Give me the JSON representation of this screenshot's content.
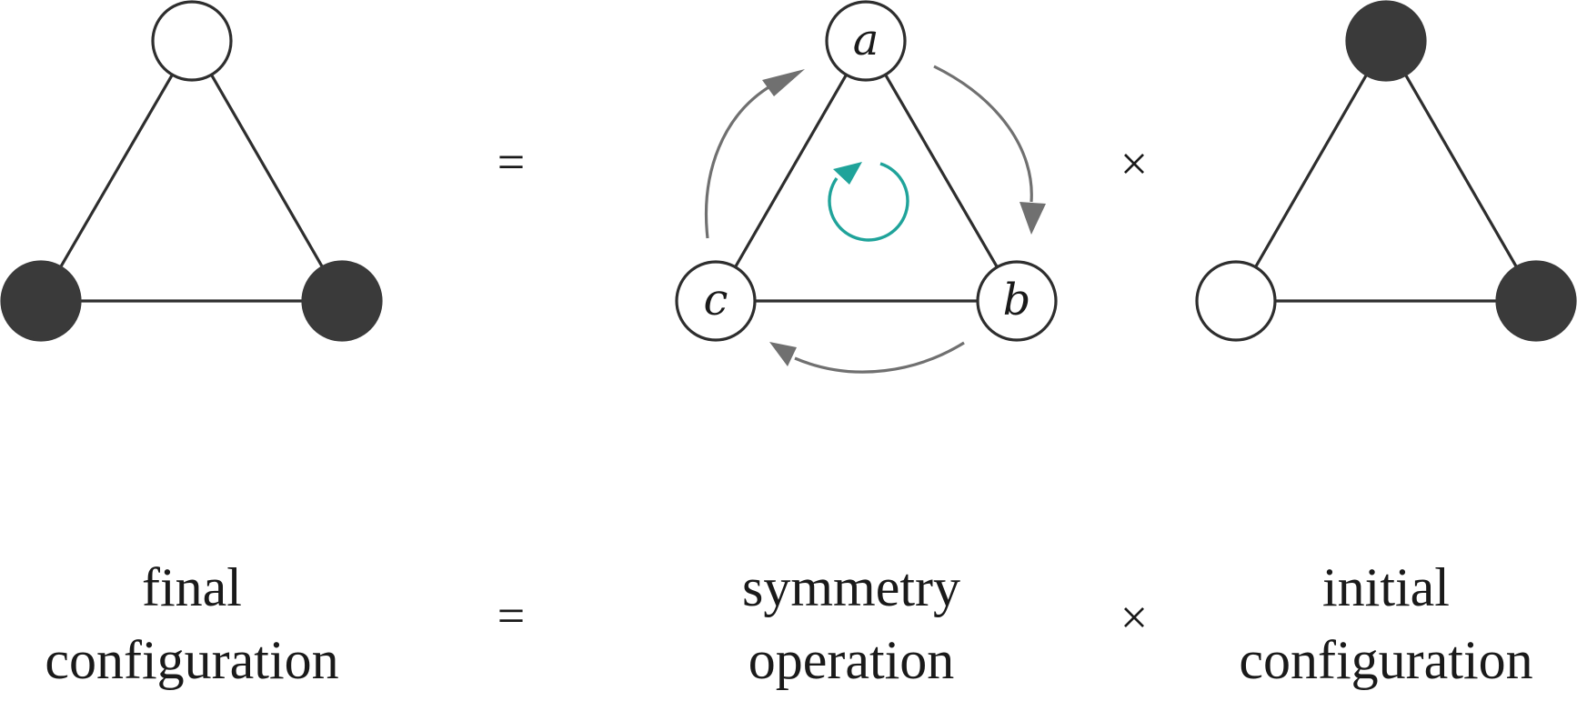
{
  "equation": {
    "equals": "=",
    "times": "×"
  },
  "panels": {
    "final": {
      "caption_line1": "final",
      "caption_line2": "configuration",
      "nodes": {
        "top": "open",
        "left": "filled",
        "right": "filled"
      }
    },
    "symmetry": {
      "caption_line1": "symmetry",
      "caption_line2": "operation",
      "vertex_labels": {
        "top": "a",
        "right": "b",
        "left": "c"
      }
    },
    "initial": {
      "caption_line1": "initial",
      "caption_line2": "configuration",
      "nodes": {
        "top": "filled",
        "left": "open",
        "right": "filled"
      }
    }
  },
  "colors": {
    "edge": "#2e2e2e",
    "filled_node": "#3a3a3a",
    "rotation_arrows": "#707070",
    "rotation_indicator": "#1fa39a"
  }
}
